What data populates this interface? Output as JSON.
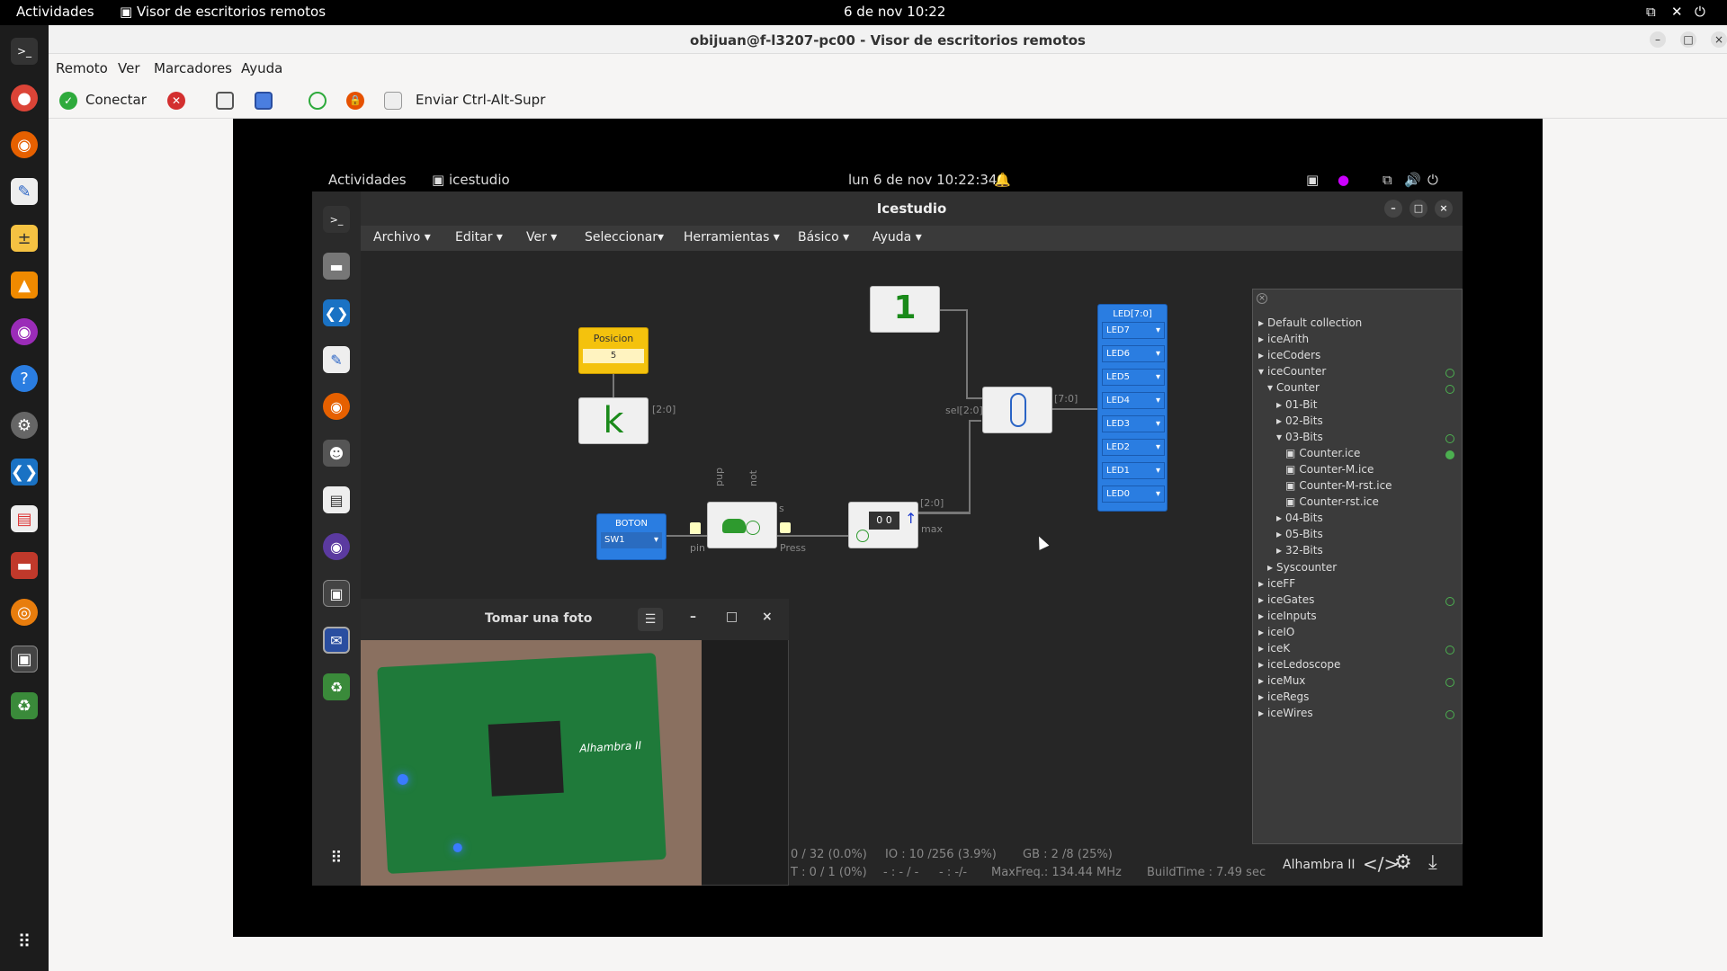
{
  "host": {
    "activities": "Actividades",
    "app_name": "Visor de escritorios remotos",
    "clock": "6 de nov  10:22",
    "window_title": "obijuan@f-l3207-pc00 - Visor de escritorios remotos",
    "menu": [
      "Remoto",
      "Ver",
      "Marcadores",
      "Ayuda"
    ],
    "toolbar": {
      "connect": "Conectar",
      "send_keys": "Enviar Ctrl-Alt-Supr"
    }
  },
  "guest": {
    "activities": "Actividades",
    "app_name": "icestudio",
    "clock": "lun 6 de nov  10:22:34"
  },
  "icestudio": {
    "title": "Icestudio",
    "menu": [
      "Archivo ▾",
      "Editar ▾",
      "Ver ▾",
      "Seleccionar▾",
      "Herramientas ▾",
      "Básico ▾",
      "Ayuda ▾"
    ],
    "blocks": {
      "posicion_title": "Posicion",
      "posicion_value": "5",
      "const_k": "k",
      "const_k_port": "[2:0]",
      "const_1": "1",
      "boton_title": "BOTON",
      "boton_value": "SW1",
      "port_pin": "pin",
      "port_pup": "pup",
      "port_not": "not",
      "port_press": "Press",
      "port_max": "max",
      "port_s": "s",
      "bus_20": "[2:0]",
      "mux_sel": "sel[2:0]",
      "mux_out": "[7:0]",
      "led_title": "LED[7:0]",
      "leds": [
        "LED7",
        "LED6",
        "LED5",
        "LED4",
        "LED3",
        "LED2",
        "LED1",
        "LED0"
      ]
    },
    "collections": [
      {
        "label": "Default collection",
        "level": 0,
        "open": false,
        "dot": false
      },
      {
        "label": "iceArith",
        "level": 0,
        "open": false,
        "dot": false
      },
      {
        "label": "iceCoders",
        "level": 0,
        "open": false,
        "dot": false
      },
      {
        "label": "iceCounter",
        "level": 0,
        "open": true,
        "dot": true
      },
      {
        "label": "Counter",
        "level": 1,
        "open": true,
        "dot": true
      },
      {
        "label": "01-Bit",
        "level": 2,
        "open": false,
        "dot": false
      },
      {
        "label": "02-Bits",
        "level": 2,
        "open": false,
        "dot": false
      },
      {
        "label": "03-Bits",
        "level": 2,
        "open": true,
        "dot": true
      },
      {
        "label": "Counter.ice",
        "level": 3,
        "file": true,
        "dot": true,
        "fill": true
      },
      {
        "label": "Counter-M.ice",
        "level": 3,
        "file": true,
        "dot": false
      },
      {
        "label": "Counter-M-rst.ice",
        "level": 3,
        "file": true,
        "dot": false
      },
      {
        "label": "Counter-rst.ice",
        "level": 3,
        "file": true,
        "dot": false
      },
      {
        "label": "04-Bits",
        "level": 2,
        "open": false,
        "dot": false
      },
      {
        "label": "05-Bits",
        "level": 2,
        "open": false,
        "dot": false
      },
      {
        "label": "32-Bits",
        "level": 2,
        "open": false,
        "dot": false
      },
      {
        "label": "Syscounter",
        "level": 1,
        "open": false,
        "dot": false
      },
      {
        "label": "iceFF",
        "level": 0,
        "open": false,
        "dot": false
      },
      {
        "label": "iceGates",
        "level": 0,
        "open": false,
        "dot": true
      },
      {
        "label": "iceInputs",
        "level": 0,
        "open": false,
        "dot": false
      },
      {
        "label": "iceIO",
        "level": 0,
        "open": false,
        "dot": false
      },
      {
        "label": "iceK",
        "level": 0,
        "open": false,
        "dot": true
      },
      {
        "label": "iceLedoscope",
        "level": 0,
        "open": false,
        "dot": false
      },
      {
        "label": "iceMux",
        "level": 0,
        "open": false,
        "dot": true
      },
      {
        "label": "iceRegs",
        "level": 0,
        "open": false,
        "dot": false
      },
      {
        "label": "iceWires",
        "level": 0,
        "open": false,
        "dot": true
      }
    ],
    "status": {
      "lc": "0 / 32 (0.0%)",
      "io": "IO : 10 /256  (3.9%)",
      "gb": "GB :  2 /8  (25%)",
      "t": "T : 0 / 1 (0%)",
      "dash1": "- : - / -",
      "dash2": "- :  -/-",
      "maxfreq": "MaxFreq.:  134.44 MHz",
      "buildtime": "BuildTime :  7.49 sec",
      "board": "Alhambra II"
    }
  },
  "camera": {
    "title": "Tomar una foto",
    "board_text": "Alhambra II"
  }
}
